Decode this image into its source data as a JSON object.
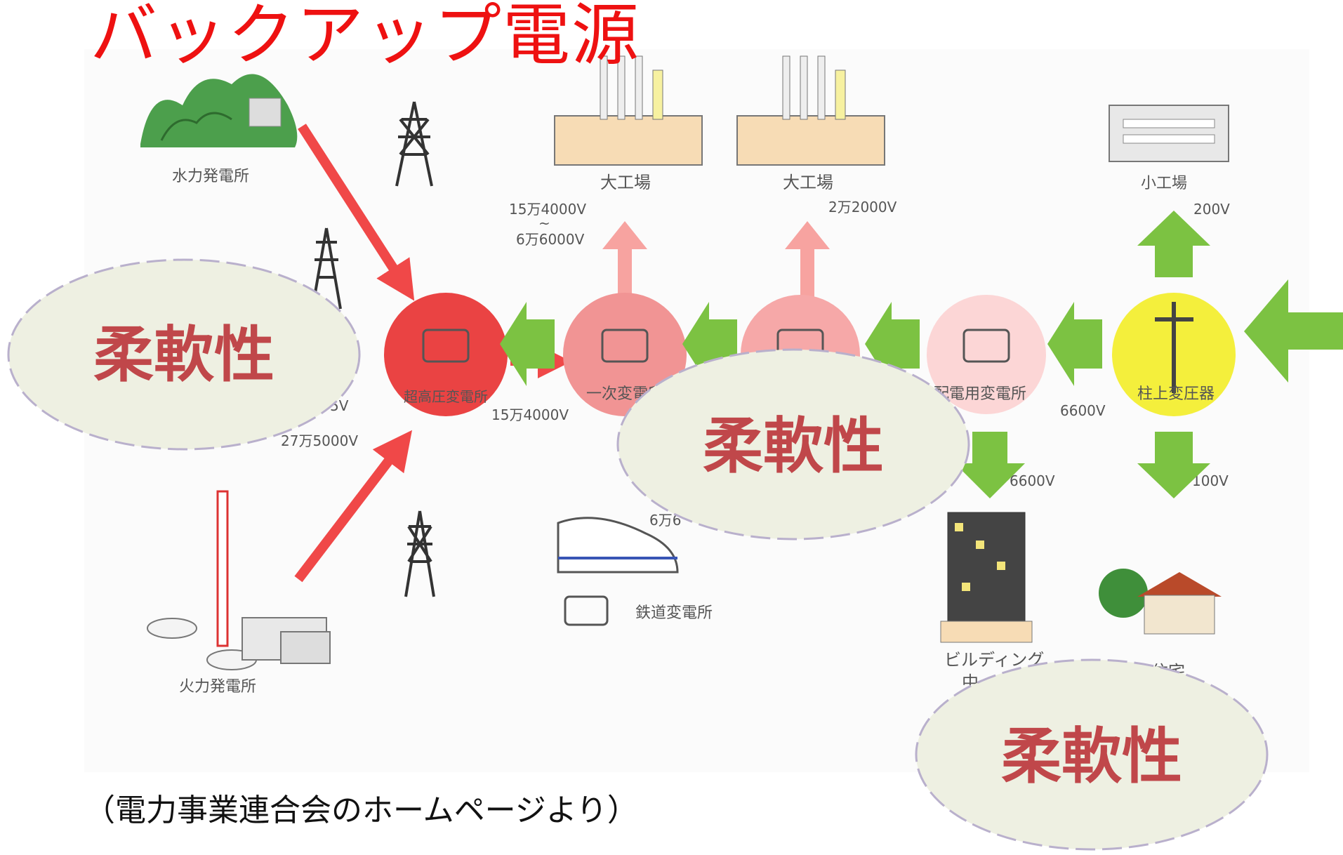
{
  "title": "バックアップ電源",
  "caption": "（電力事業連合会のホームページより）",
  "flexibility_label": "柔軟性",
  "plants": {
    "hydro": "水力発電所",
    "thermal": "火力発電所"
  },
  "substations": {
    "ultra_high": "超高圧変電所",
    "primary": "一次変電所",
    "distribution": "配電用変電所",
    "pole": "柱上変圧器",
    "railway": "鉄道変電所"
  },
  "consumers": {
    "large_factory_1": "大工場",
    "large_factory_2": "大工場",
    "small_factory": "小工場",
    "building": "ビルディング",
    "building_suffix": "中",
    "house": "住宅"
  },
  "voltages": {
    "v_154000_range_top": "15万4000V",
    "v_tilde": "~",
    "v_66000": "6万6000V",
    "v_22000": "2万2000V",
    "v_200": "200V",
    "v_154000": "15万4000V",
    "v_500000_partial": "5V",
    "v_275000": "27万5000V",
    "v_6600_a": "6600V",
    "v_6600_b": "6600V",
    "v_100": "100V",
    "v_rail_partial": "6万6"
  },
  "colors": {
    "title_red": "#ee1111",
    "flow_red": "#f04848",
    "green_arrow": "#7cc242",
    "ellipse_fill": "#eef0e2",
    "ellipse_text": "#c0474a",
    "pole_yellow": "#f4ef3c"
  }
}
